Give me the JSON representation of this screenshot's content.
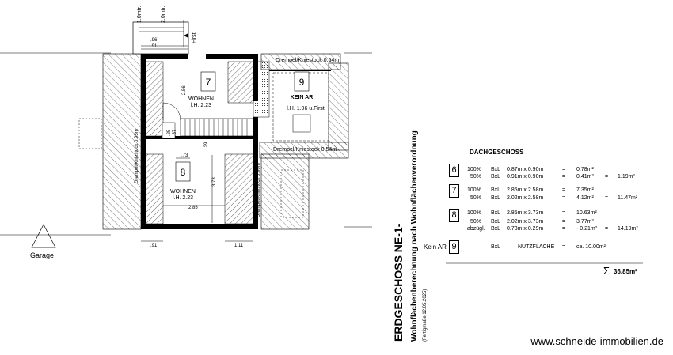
{
  "plan": {
    "dims_top": [
      "1.0mtr.",
      "2.0mtr."
    ],
    "first_label": "First",
    "dim_96": ".96",
    "dim_91_top": ".91",
    "drempel_top": "Drempel/Kniestock 0.54m",
    "drempel_bottom": "Drempel/Kniestock 0.54m",
    "drempel_left": "Drempel/Kniestock 0.95m",
    "drempel_right": "Drempel/Kniestock 0.90m",
    "room7": {
      "number": "7",
      "name": "WOHNEN",
      "height": "l.H. 2.23",
      "dim": "2.56"
    },
    "room9": {
      "number": "9",
      "name": "KEIN AR",
      "height": "l.H. 1.96 u.First"
    },
    "room8": {
      "number": "8",
      "name": "WOHNEN",
      "height": "l.H. 2.23",
      "dim_w": "2.85",
      "dim_h": "3.73",
      "dim_73": ".73",
      "dim_29": ".29"
    },
    "dim_bottom_left": ".91",
    "dim_bottom_right": "1.11",
    "misc_dims": [
      ".25",
      ".87"
    ],
    "garage": "Garage"
  },
  "title": {
    "main": "ERDGESCHOSS NE-1-",
    "sub": "Wohnflächenberechnung nach Wohnflächenverordnung",
    "date": "(Fertigmaße 12.05.2025)"
  },
  "table": {
    "heading": "DACHGESCHOSS",
    "rooms": [
      {
        "num": "6",
        "rows": [
          {
            "pct": "100%",
            "type": "BxL",
            "dims": "0.87m x 0.90m",
            "eq": "=",
            "area": "0.78m²",
            "eq2": "",
            "total": ""
          },
          {
            "pct": "50%",
            "type": "BxL",
            "dims": "0.91m x 0.90m",
            "eq": "=",
            "area": "0.41m²",
            "eq2": "=",
            "total": "1.19m²"
          }
        ]
      },
      {
        "num": "7",
        "rows": [
          {
            "pct": "100%",
            "type": "BxL",
            "dims": "2.85m x 2.58m",
            "eq": "=",
            "area": "7.35m²",
            "eq2": "",
            "total": ""
          },
          {
            "pct": "50%",
            "type": "BxL",
            "dims": "2.02m x 2.58m",
            "eq": "=",
            "area": "4.12m²",
            "eq2": "=",
            "total": "11.47m²"
          }
        ]
      },
      {
        "num": "8",
        "rows": [
          {
            "pct": "100%",
            "type": "BxL",
            "dims": "2.85m x 3.73m",
            "eq": "=",
            "area": "10.63m²",
            "eq2": "",
            "total": ""
          },
          {
            "pct": "50%",
            "type": "BxL",
            "dims": "2.02m x 3.73m",
            "eq": "=",
            "area": "3.77m²",
            "eq2": "",
            "total": ""
          },
          {
            "pct": "abzügl.",
            "type": "BxL",
            "dims": "0.73m x 0.29m",
            "eq": "=",
            "area": "- 0.21m²",
            "eq2": "=",
            "total": "14.19m²"
          }
        ]
      }
    ],
    "kein_ar": {
      "label": "Kein AR",
      "num": "9",
      "type": "BxL",
      "name": "NUTZFLÄCHE",
      "eq": "=",
      "area": "ca. 10.00m²"
    },
    "sum_symbol": "Σ",
    "sum_value": "36.85m²"
  },
  "footer": "www.schneide-immobilien.de"
}
